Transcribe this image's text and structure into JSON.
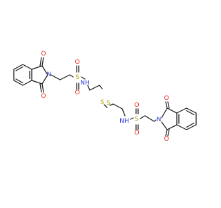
{
  "atoms": {
    "o_top_left": "O",
    "o_bottom_left": "O",
    "n_imide_left": "N",
    "s_sulfonyl_left": "S",
    "o_sulfonyl_left_1": "O",
    "o_sulfonyl_left_2": "O",
    "nh_left": "NH",
    "s_disulfide_1": "S",
    "s_disulfide_2": "S",
    "nh_right": "NH",
    "s_sulfonyl_right": "S",
    "o_sulfonyl_right_1": "O",
    "o_sulfonyl_right_2": "O",
    "n_imide_right": "N",
    "o_top_right": "O",
    "o_bottom_right": "O"
  },
  "colors": {
    "bond": "#1a1a1a",
    "oxygen": "#e8241c",
    "nitrogen": "#2b39d6",
    "sulfur": "#b5a215",
    "nitrogen_h": "#2b39d6"
  }
}
